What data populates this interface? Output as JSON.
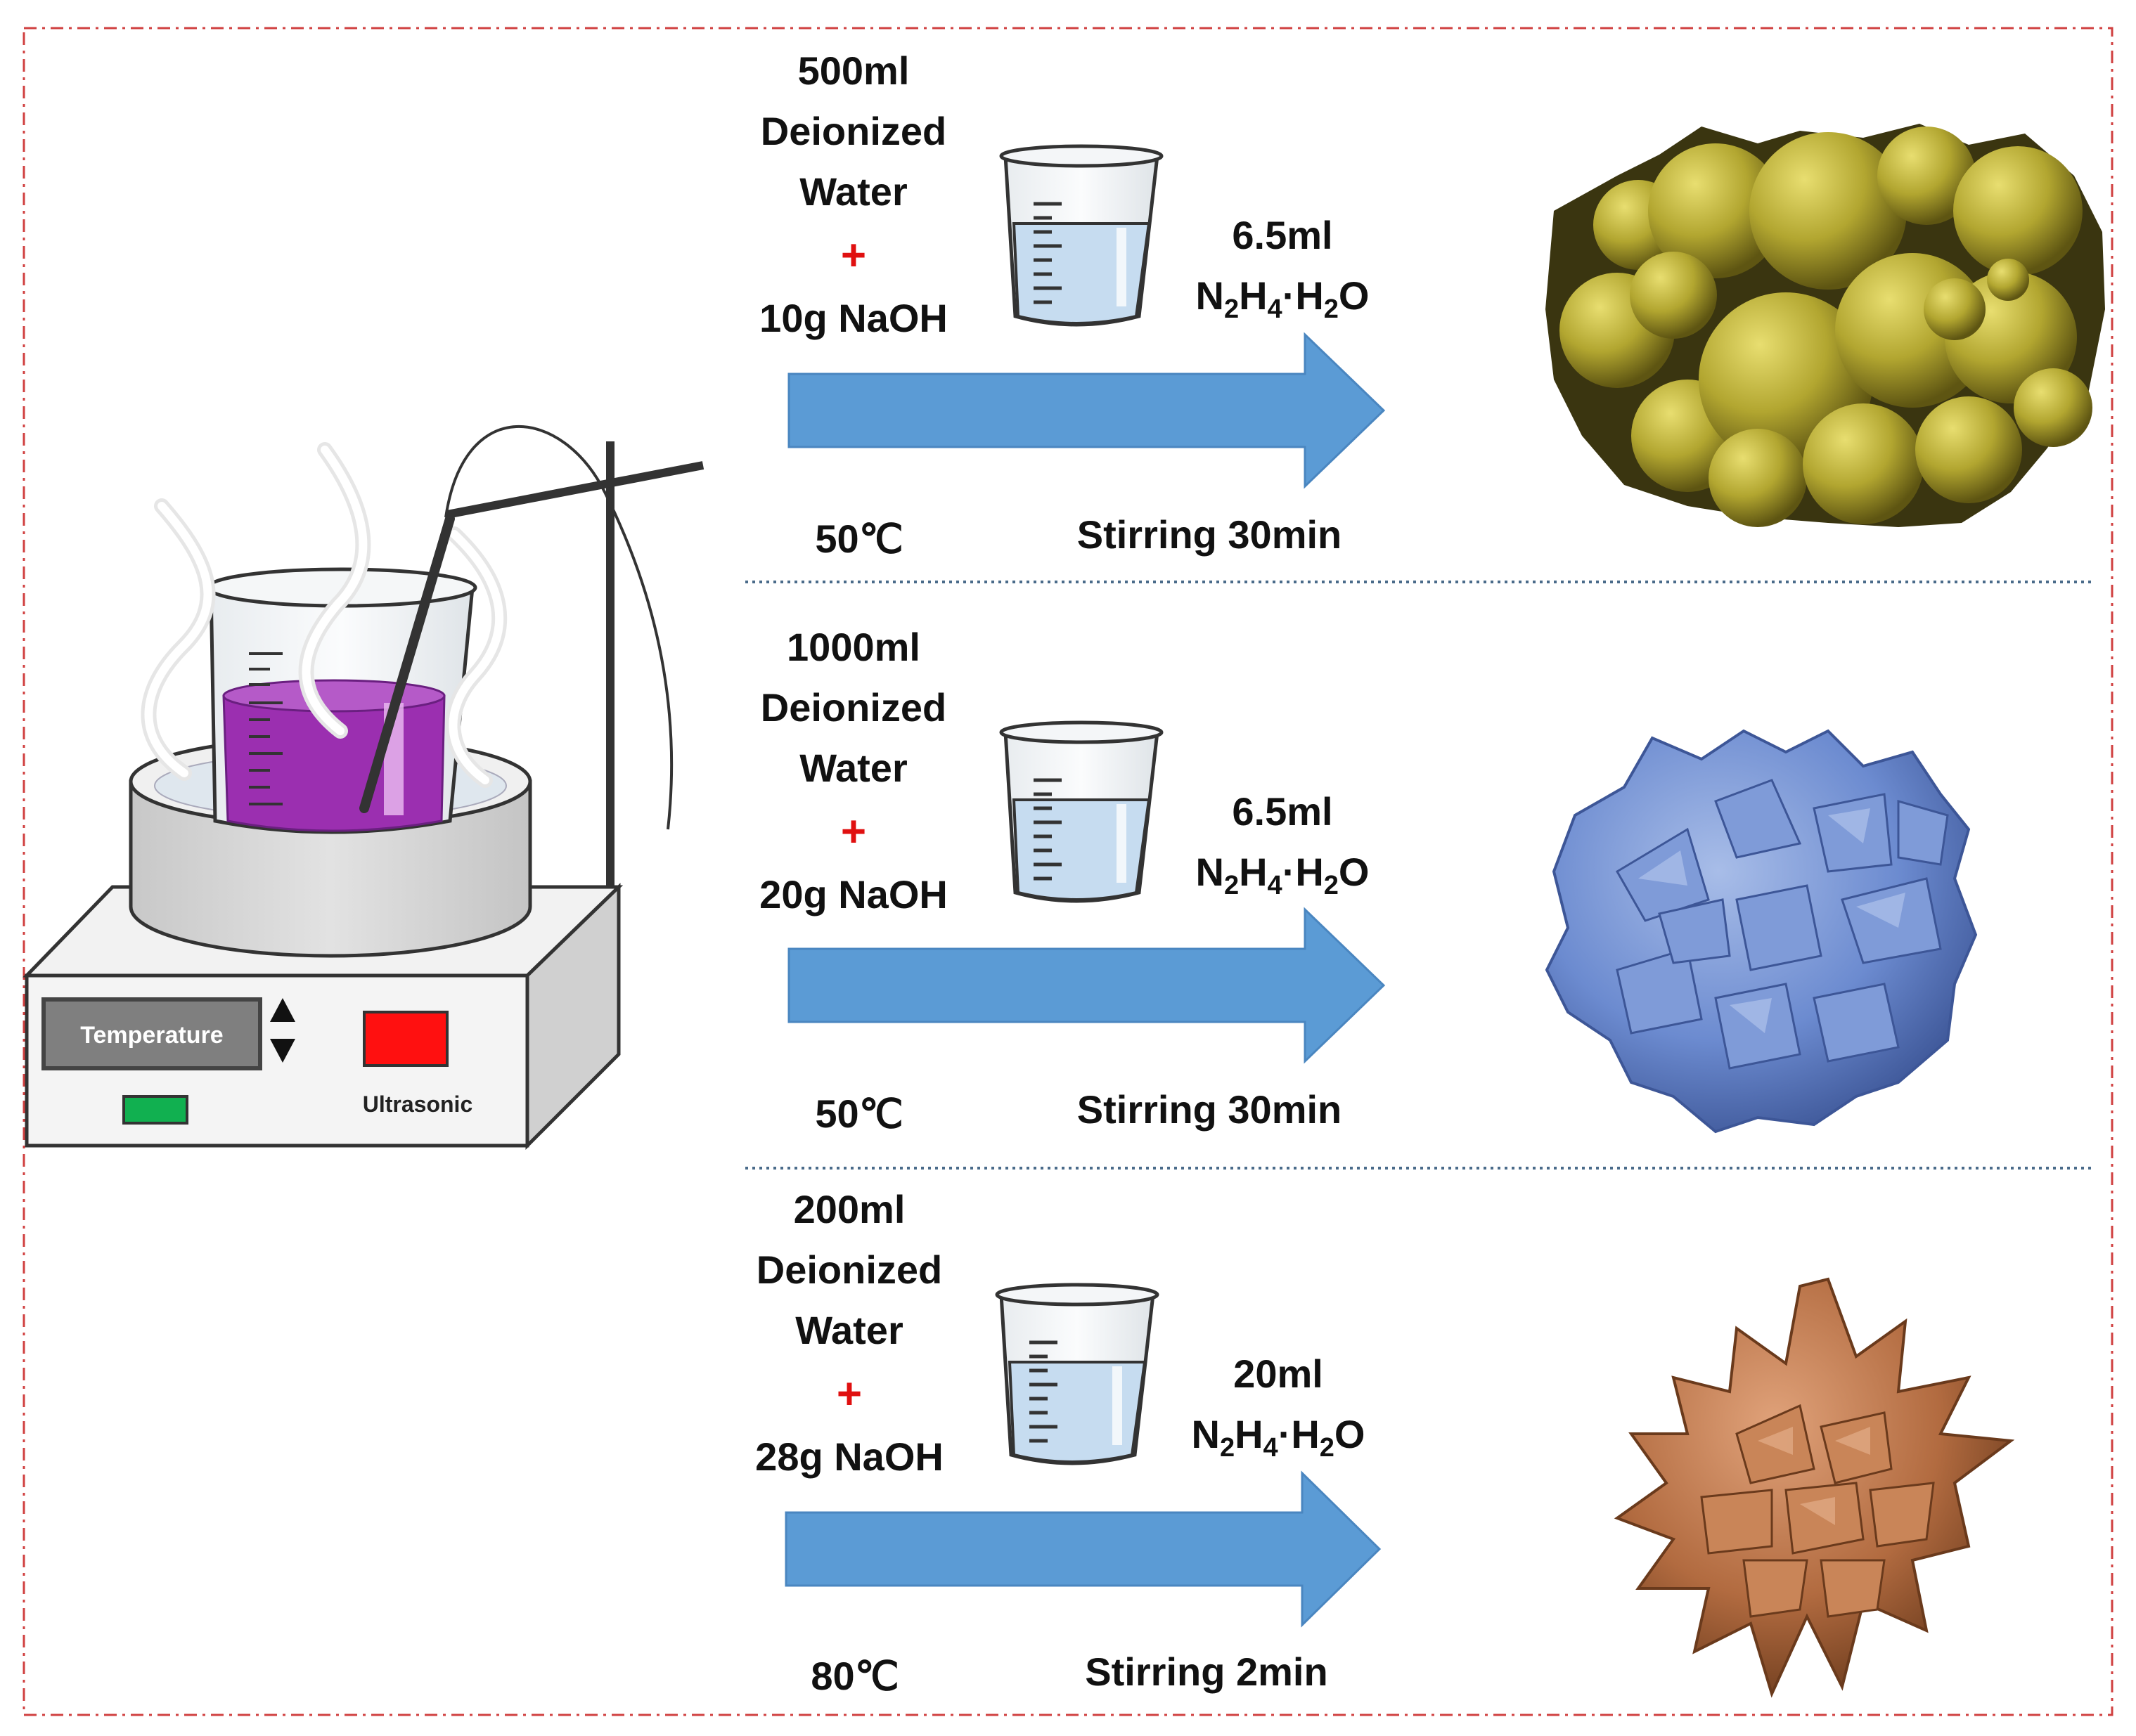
{
  "colors": {
    "frame": "#d04040",
    "arrow": "#5b9bd5",
    "solution": "#9b2fb0",
    "water": "#c6dcf0",
    "plus": "#e01010",
    "particle_1": "#b8ad35",
    "particle_2": "#6e8ed0",
    "particle_3": "#b87045",
    "indicator_red": "#ff1010",
    "indicator_green": "#11b050"
  },
  "apparatus": {
    "temperature_label": "Temperature",
    "ultrasonic_label": "Ultrasonic"
  },
  "rows": [
    {
      "water_volume": "500ml",
      "water_line1": "Deionized",
      "water_line2": "Water",
      "plus": "+",
      "naoh": "10g NaOH",
      "hydrazine_volume": "6.5ml",
      "hydrazine_formula": {
        "n": "N",
        "n_sub": "2",
        "h": "H",
        "h_sub": "4",
        "dot": "·H",
        "h2_sub": "2",
        "o": "O"
      },
      "temperature": "50℃",
      "stirring": "Stirring 30min",
      "particle": "yellow-spherical-particles"
    },
    {
      "water_volume": "1000ml",
      "water_line1": "Deionized",
      "water_line2": "Water",
      "plus": "+",
      "naoh": "20g NaOH",
      "hydrazine_volume": "6.5ml",
      "hydrazine_formula": {
        "n": "N",
        "n_sub": "2",
        "h": "H",
        "h_sub": "4",
        "dot": "·H",
        "h2_sub": "2",
        "o": "O"
      },
      "temperature": "50℃",
      "stirring": "Stirring 30min",
      "particle": "blue-flower-particle"
    },
    {
      "water_volume": "200ml",
      "water_line1": "Deionized",
      "water_line2": "Water",
      "plus": "+",
      "naoh": "28g NaOH",
      "hydrazine_volume": "20ml",
      "hydrazine_formula": {
        "n": "N",
        "n_sub": "2",
        "h": "H",
        "h_sub": "4",
        "dot": "·H",
        "h2_sub": "2",
        "o": "O"
      },
      "temperature": "80℃",
      "stirring": "Stirring 2min",
      "particle": "brown-dendritic-particle"
    }
  ]
}
